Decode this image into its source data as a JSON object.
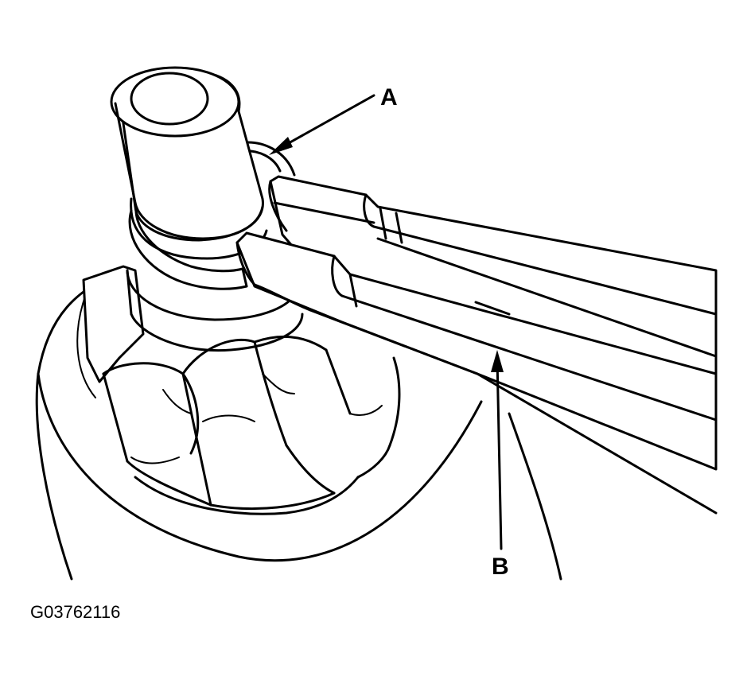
{
  "callouts": {
    "a": "A",
    "b": "B"
  },
  "figure_id": "G03762116",
  "colors": {
    "line": "#000000",
    "background": "#ffffff"
  }
}
